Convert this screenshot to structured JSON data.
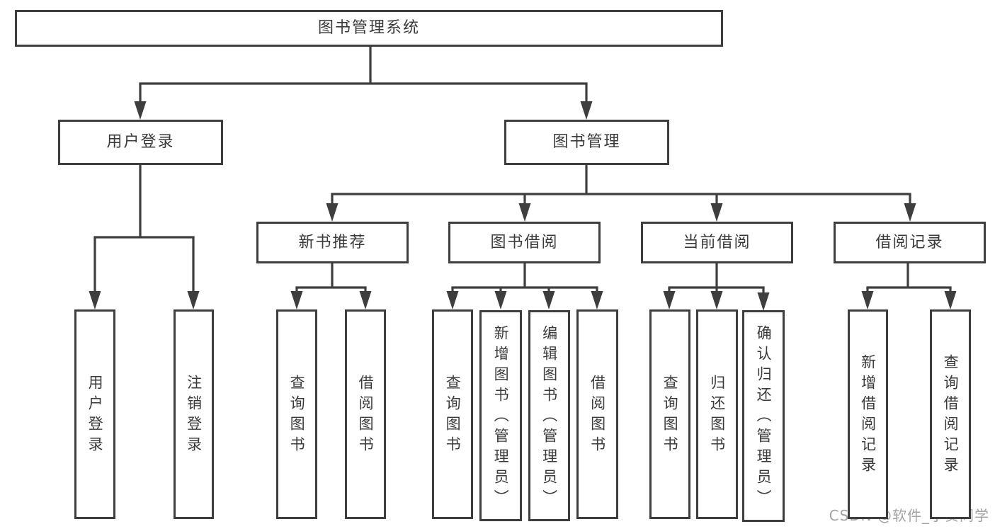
{
  "watermark": {
    "text": "CSDN @软件_小贺同学"
  },
  "colors": {
    "line": "#3e3e3e",
    "box_border": "#3e3e3e",
    "text": "#3a3a3a",
    "watermark": "#a2a2a2",
    "background": "#ffffff"
  },
  "tree": {
    "label": "图书管理系统",
    "children": [
      {
        "label": "用户登录",
        "children": [
          {
            "label": "用户登录"
          },
          {
            "label": "注销登录"
          }
        ]
      },
      {
        "label": "图书管理",
        "children": [
          {
            "label": "新书推荐",
            "children": [
              {
                "label": "查询图书"
              },
              {
                "label": "借阅图书"
              }
            ]
          },
          {
            "label": "图书借阅",
            "children": [
              {
                "label": "查询图书"
              },
              {
                "label": "新增图书（管理员）"
              },
              {
                "label": "编辑图书（管理员）"
              },
              {
                "label": "借阅图书"
              }
            ]
          },
          {
            "label": "当前借阅",
            "children": [
              {
                "label": "查询图书"
              },
              {
                "label": "归还图书"
              },
              {
                "label": "确认归还（管理员）"
              }
            ]
          },
          {
            "label": "借阅记录",
            "children": [
              {
                "label": "新增借阅记录"
              },
              {
                "label": "查询借阅记录"
              }
            ]
          }
        ]
      }
    ]
  }
}
